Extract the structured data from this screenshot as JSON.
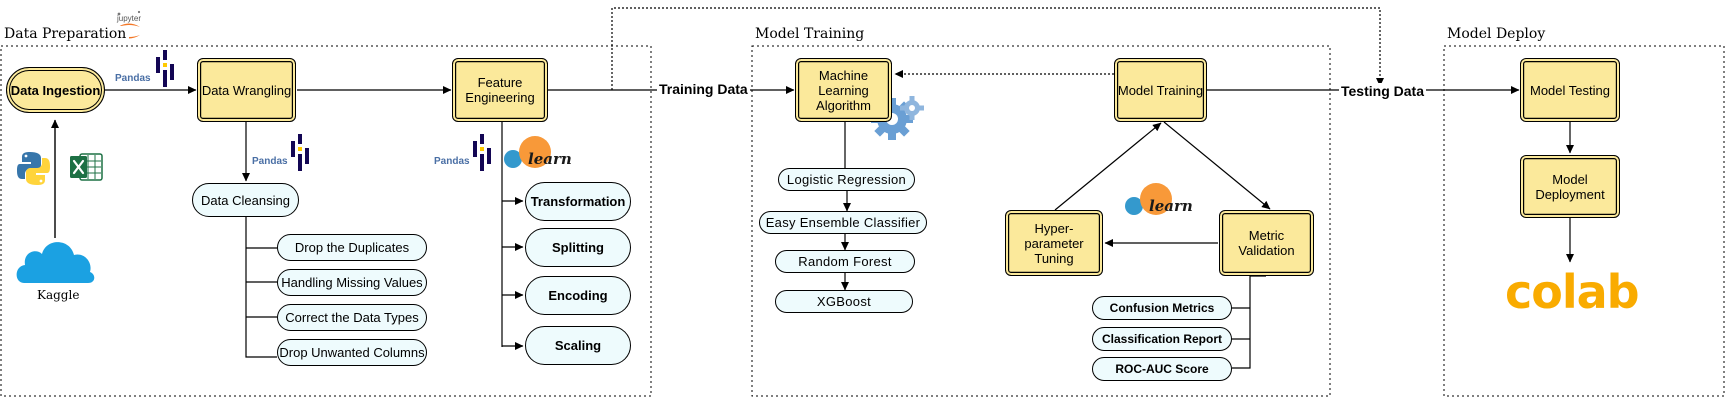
{
  "groups": {
    "data_preparation": "Data Preparation",
    "model_training": "Model Training",
    "model_deploy": "Model Deploy"
  },
  "nodes": {
    "data_ingestion": "Data Ingestion",
    "data_wrangling": "Data Wrangling",
    "feature_engineering": "Feature Engineering",
    "data_cleansing": "Data Cleansing",
    "ml_algorithm": "Machine Learning Algorithm",
    "model_training": "Model Training",
    "hyperparameter_tuning": "Hyper-parameter Tuning",
    "metric_validation": "Metric Validation",
    "model_testing": "Model Testing",
    "model_deployment": "Model Deployment"
  },
  "cleansing_steps": [
    "Drop the Duplicates",
    "Handling Missing Values",
    "Correct the Data Types",
    "Drop Unwanted Columns"
  ],
  "feature_steps": [
    "Transformation",
    "Splitting",
    "Encoding",
    "Scaling"
  ],
  "algorithms": [
    "Logistic Regression",
    "Easy Ensemble Classifier",
    "Random Forest",
    "XGBoost"
  ],
  "metrics": [
    "Confusion Metrics",
    "Classification Report",
    "ROC-AUC Score"
  ],
  "edge_labels": {
    "training_data": "Training Data",
    "testing_data": "Testing Data",
    "pandas": "Pandas"
  },
  "captions": {
    "kaggle": "Kaggle",
    "jupyter": "jupyter",
    "learn": "learn",
    "colab": "colab"
  },
  "icons": [
    "jupyter-icon",
    "python-icon",
    "excel-icon",
    "kaggle-cloud-icon",
    "pandas-icon",
    "sklearn-icon",
    "gears-icon",
    "colab-icon"
  ],
  "colors": {
    "node_fill": "#fbe99b",
    "pill_fill": "#eefbfd",
    "colab_orange": "#f9ab00",
    "cloud_blue": "#1ba1e2",
    "excel_green": "#1d7044"
  }
}
